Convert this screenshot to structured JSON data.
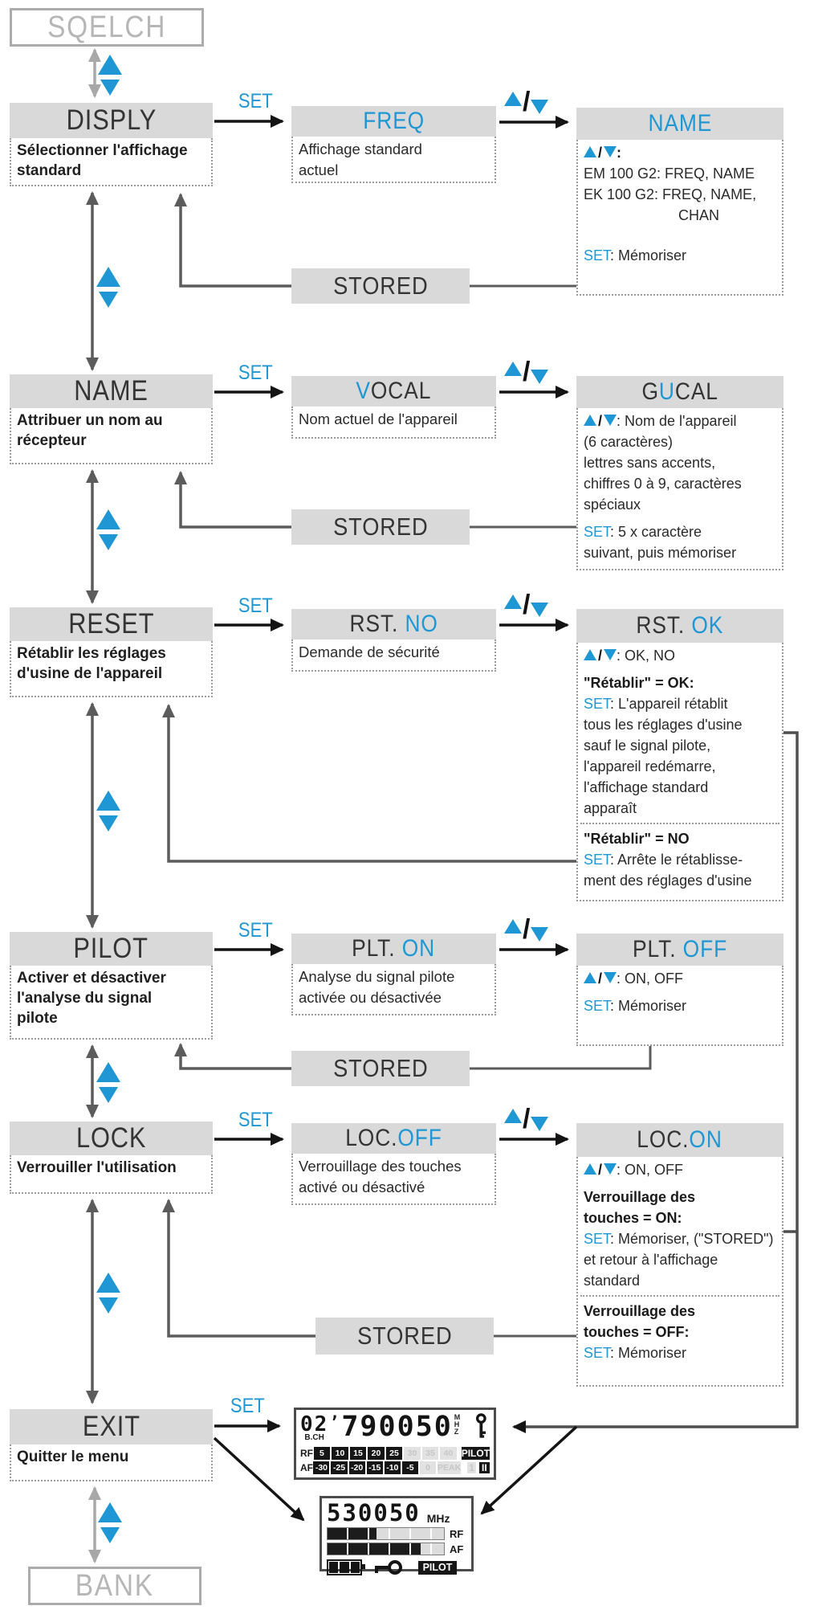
{
  "accent_blue": "#1e97d4",
  "nodes": {
    "top": "SQELCH",
    "bottom": "BANK"
  },
  "labels": {
    "set": "SET",
    "stored": "STORED",
    "up": "▲",
    "down": "▼",
    "slash": "/"
  },
  "rows": [
    {
      "menu": {
        "title": "DISPLY",
        "desc_lines": [
          "Sélectionner l'affichage",
          "standard"
        ]
      },
      "value1": {
        "pre": "",
        "hl": "FREQ",
        "post": "",
        "desc_lines": [
          "Affichage standard",
          "actuel"
        ]
      },
      "value2": {
        "pre": "",
        "hl": "NAME",
        "post": ""
      },
      "details": {
        "updown_text": ":",
        "lines": [
          "EM 100 G2: FREQ, NAME",
          "EK 100 G2:  FREQ, NAME,",
          "CHAN"
        ],
        "set_text": ": Mémoriser"
      }
    },
    {
      "menu": {
        "title": "NAME",
        "desc_lines": [
          "Attribuer un nom au",
          "récepteur"
        ]
      },
      "value1": {
        "pre": "",
        "hl": "V",
        "post": "OCAL",
        "desc_lines": [
          "Nom actuel de l'appareil"
        ]
      },
      "value2": {
        "pre": "G",
        "hl": "U",
        "post": "CAL"
      },
      "details": {
        "updown_text": ":  Nom de l'appareil",
        "lines": [
          "(6 caractères)",
          "lettres sans accents,",
          "chiffres 0 à 9, caractères",
          "spéciaux"
        ],
        "set_lines": [
          ": 5 x caractère",
          "suivant, puis mémoriser"
        ]
      }
    },
    {
      "menu": {
        "title": "RESET",
        "desc_lines": [
          "Rétablir les réglages",
          "d'usine de l'appareil"
        ]
      },
      "value1": {
        "pre": "RST. ",
        "hl": "NO",
        "post": "",
        "desc_lines": [
          "Demande de sécurité"
        ]
      },
      "value2": {
        "pre": "RST. ",
        "hl": "OK",
        "post": ""
      },
      "details": {
        "updown_text": ": OK, NO",
        "sections": [
          {
            "heading_lines": [
              "\"Rétablir\" = OK:"
            ],
            "set_lines": [
              ": L'appareil rétablit",
              "tous les réglages d'usine",
              "sauf le signal pilote,",
              "l'appareil redémarre,",
              "l'affichage standard",
              "apparaît"
            ]
          },
          {
            "heading_lines": [
              "\"Rétablir\" = NO"
            ],
            "set_lines": [
              ":  Arrête le rétablisse-",
              "ment des réglages d'usine"
            ]
          }
        ]
      }
    },
    {
      "menu": {
        "title": "PILOT",
        "desc_lines": [
          "Activer et désactiver",
          "l'analyse du signal",
          "pilote"
        ]
      },
      "value1": {
        "pre": "PLT. ",
        "hl": "ON",
        "post": "",
        "desc_lines": [
          "Analyse du signal pilote",
          "activée ou désactivée"
        ]
      },
      "value2": {
        "pre": "PLT. ",
        "hl": "OFF",
        "post": ""
      },
      "details": {
        "updown_text": ": ON, OFF",
        "set_text": ": Mémoriser"
      }
    },
    {
      "menu": {
        "title": "LOCK",
        "desc_lines": [
          "Verrouiller l'utilisation"
        ]
      },
      "value1": {
        "pre": "LOC.",
        "hl": "OFF",
        "post": "",
        "desc_lines": [
          "Verrouillage des touches",
          "activé ou désactivé"
        ]
      },
      "value2": {
        "pre": "LOC.",
        "hl": "ON",
        "post": ""
      },
      "details": {
        "updown_text": ": ON, OFF",
        "sections": [
          {
            "heading_lines": [
              "Verrouillage des",
              "touches = ON:"
            ],
            "set_lines": [
              ": Mémoriser, (\"STORED\")",
              "et retour à l'affichage",
              "standard"
            ]
          },
          {
            "heading_lines": [
              "Verrouillage des",
              "touches = OFF:"
            ],
            "set_lines": [
              ": Mémoriser"
            ]
          }
        ]
      }
    },
    {
      "menu": {
        "title": "EXIT",
        "desc_lines": [
          "Quitter le menu"
        ]
      }
    }
  ],
  "displays": {
    "receiver": {
      "channel": "02",
      "channel_label": "B.CH",
      "tick": "’",
      "frequency": "790050",
      "unit_stacked": [
        "M",
        "H",
        "Z"
      ],
      "rf_label": "RF",
      "af_label": "AF",
      "rf_segments": [
        "5",
        "10",
        "15",
        "20",
        "25",
        "30",
        "35",
        "40"
      ],
      "rf_active_count": 5,
      "af_segments": [
        "-30",
        "-25",
        "-20",
        "-15",
        "-10",
        "-5",
        "0",
        "PEAK"
      ],
      "af_active_count": 6,
      "pilot_label": "PILOT",
      "pilot_one": "1",
      "pilot_two": "II"
    },
    "bodypack": {
      "frequency": "530050",
      "unit": "MHz",
      "rf_label": "RF",
      "af_label": "AF",
      "rf_fill_percent": 42,
      "af_fill_percent": 80,
      "pilot_label": "PILOT"
    }
  }
}
